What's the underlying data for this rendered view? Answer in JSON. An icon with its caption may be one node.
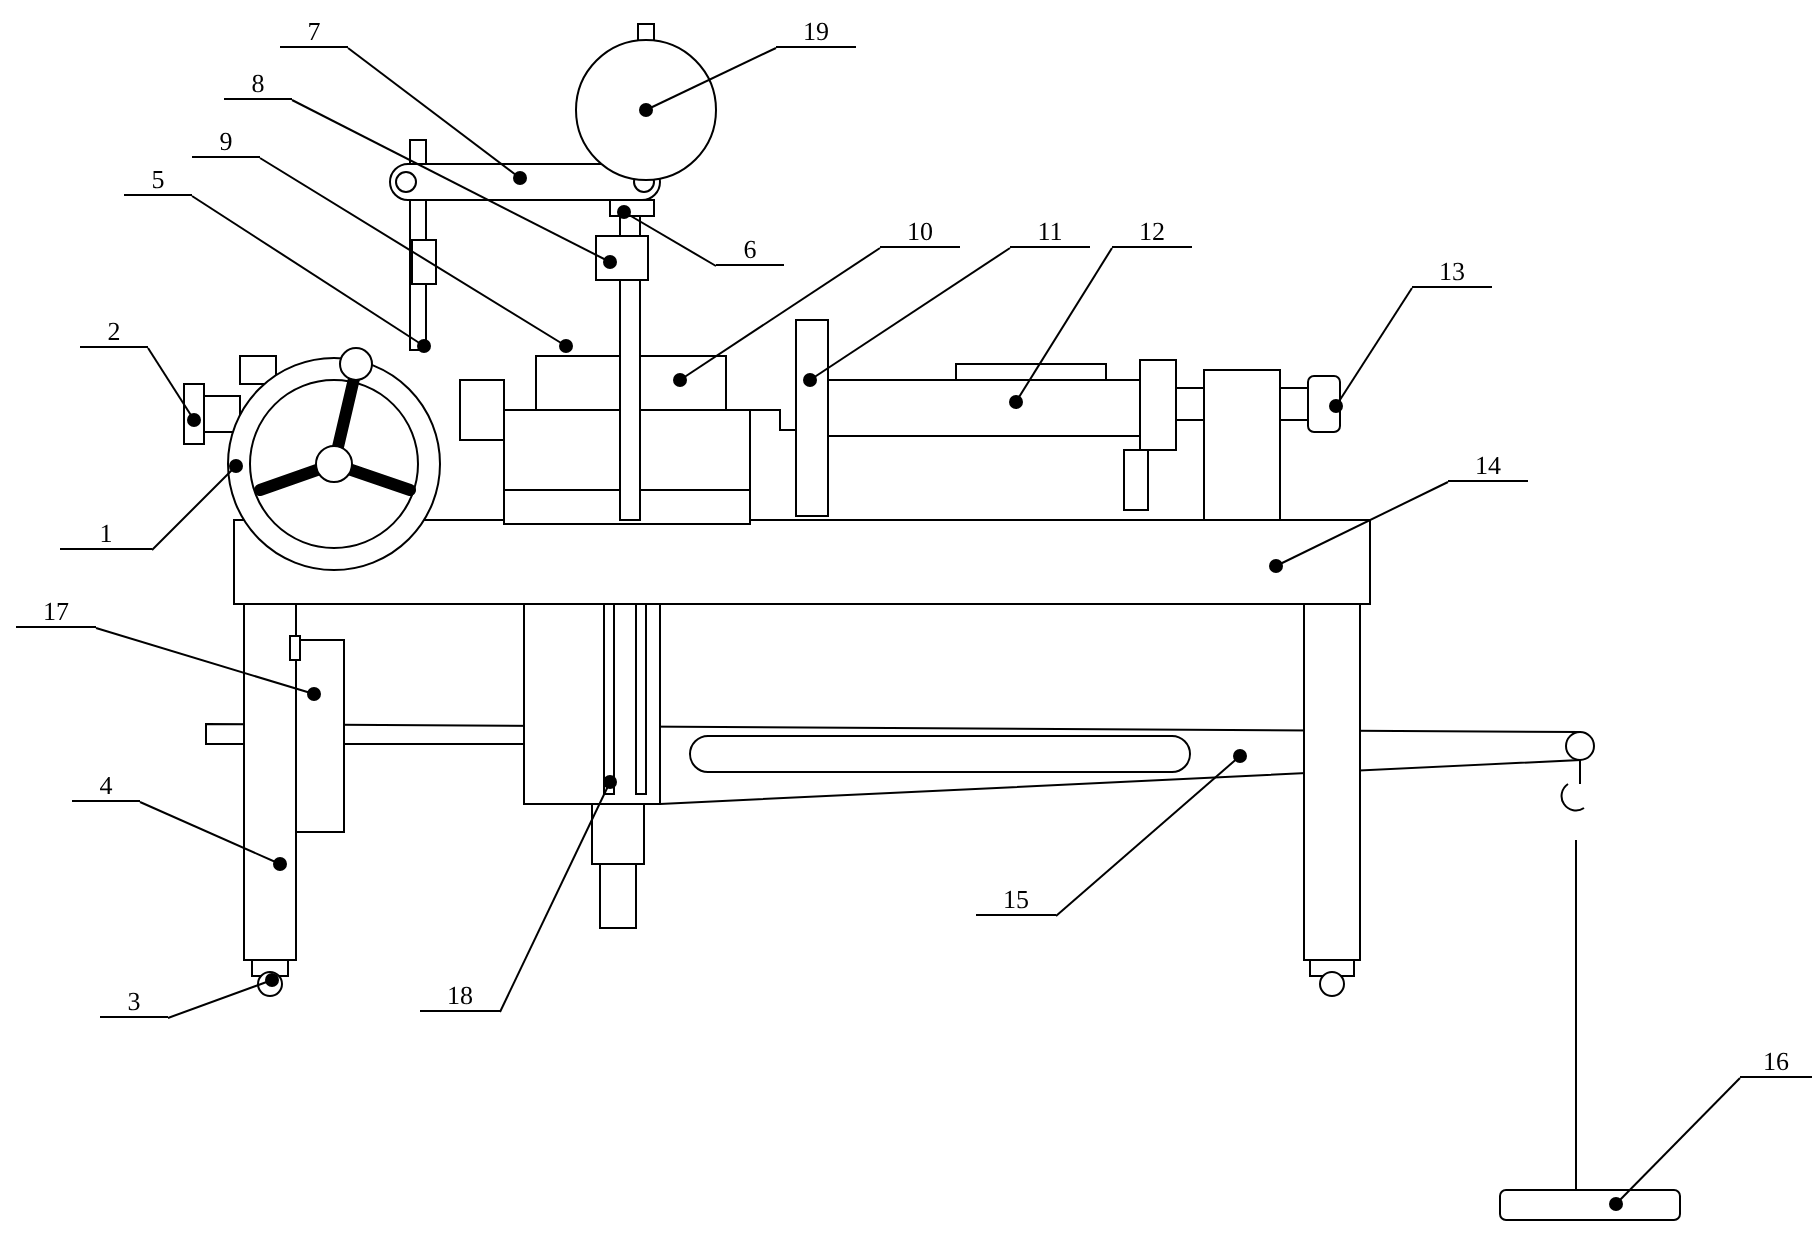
{
  "diagram": {
    "nodes": [
      {
        "text": [
          "1"
        ]
      },
      {
        "text": [
          "2"
        ]
      },
      {
        "text": [
          "3"
        ]
      },
      {
        "text": [
          "4"
        ]
      },
      {
        "text": [
          "5"
        ]
      },
      {
        "text": [
          "6"
        ]
      },
      {
        "text": [
          "7"
        ]
      },
      {
        "text": [
          "8"
        ]
      },
      {
        "text": [
          "9"
        ]
      },
      {
        "text": [
          "10"
        ]
      },
      {
        "text": [
          "11"
        ]
      },
      {
        "text": [
          "12"
        ]
      },
      {
        "text": [
          "13"
        ]
      },
      {
        "text": [
          "14"
        ]
      },
      {
        "text": [
          "15"
        ]
      },
      {
        "text": [
          "16"
        ]
      },
      {
        "text": [
          "17"
        ]
      },
      {
        "text": [
          "18"
        ]
      },
      {
        "text": [
          "19"
        ]
      }
    ],
    "edges": [
      {
        "from": 0,
        "to": null,
        "arrow": "other"
      },
      {
        "from": 1,
        "to": null,
        "arrow": "other"
      },
      {
        "from": 2,
        "to": null,
        "arrow": "other"
      },
      {
        "from": 3,
        "to": null,
        "arrow": "other"
      },
      {
        "from": 4,
        "to": null,
        "arrow": "other"
      },
      {
        "from": 5,
        "to": null,
        "arrow": "other"
      },
      {
        "from": 6,
        "to": null,
        "arrow": "other"
      },
      {
        "from": 7,
        "to": null,
        "arrow": "other"
      },
      {
        "from": 8,
        "to": null,
        "arrow": "other"
      },
      {
        "from": 9,
        "to": null,
        "arrow": "other"
      },
      {
        "from": 10,
        "to": null,
        "arrow": "other"
      },
      {
        "from": 11,
        "to": null,
        "arrow": "other"
      },
      {
        "from": 12,
        "to": null,
        "arrow": "other"
      },
      {
        "from": 13,
        "to": null,
        "arrow": "other"
      },
      {
        "from": 14,
        "to": null,
        "arrow": "other"
      },
      {
        "from": 15,
        "to": null,
        "arrow": "other"
      },
      {
        "from": 16,
        "to": null,
        "arrow": "other"
      },
      {
        "from": 17,
        "to": null,
        "arrow": "other"
      },
      {
        "from": 18,
        "to": null,
        "arrow": "other"
      }
    ]
  }
}
